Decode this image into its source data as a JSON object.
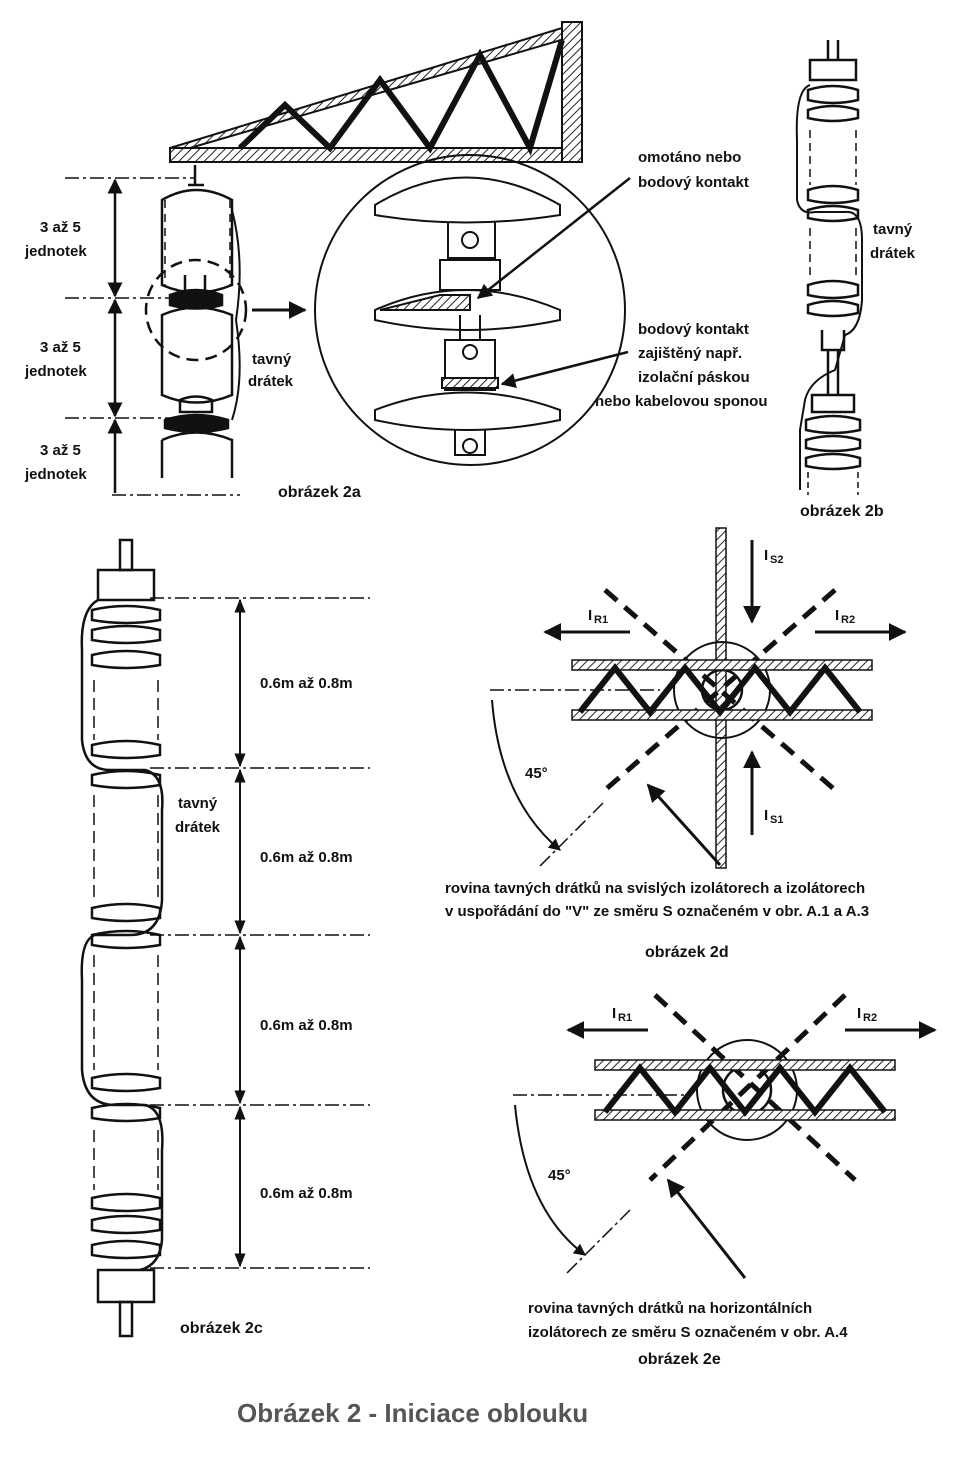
{
  "fig2a": {
    "units_1": [
      "3 až 5",
      "jednotek"
    ],
    "units_2": [
      "3 až 5",
      "jednotek"
    ],
    "units_3": [
      "3 až 5",
      "jednotek"
    ],
    "fuse_wire": [
      "tavný",
      "drátek"
    ],
    "wrapped": [
      "omotáno nebo",
      "bodový kontakt"
    ],
    "point_contact": [
      "bodový kontakt",
      "zajištěný např.",
      "izolační páskou",
      "nebo kabelovou sponou"
    ],
    "caption": "obrázek 2a"
  },
  "fig2b": {
    "fuse_wire": [
      "tavný",
      "drátek"
    ],
    "caption": "obrázek 2b"
  },
  "fig2c": {
    "spacings": [
      "0.6m až 0.8m",
      "0.6m až 0.8m",
      "0.6m až 0.8m",
      "0.6m až 0.8m"
    ],
    "fuse_wire": [
      "tavný",
      "drátek"
    ],
    "caption": "obrázek 2c"
  },
  "fig2d": {
    "currents": {
      "r1": [
        "I",
        "R1"
      ],
      "r2": [
        "I",
        "R2"
      ],
      "s1": [
        "I",
        "S1"
      ],
      "s2": [
        "I",
        "S2"
      ]
    },
    "angle": "45°",
    "note": [
      "rovina tavných drátků na svislých izolátorech a izolátorech",
      "v uspořádání do \"V\" ze směru S označeném v obr. A.1 a A.3"
    ],
    "caption": "obrázek 2d"
  },
  "fig2e": {
    "currents": {
      "r1": [
        "I",
        "R1"
      ],
      "r2": [
        "I",
        "R2"
      ]
    },
    "angle": "45°",
    "note": [
      "rovina tavných drátků na horizontálních",
      "izolátorech ze směru S označeném v obr. A.4"
    ],
    "caption": "obrázek 2e"
  },
  "title": "Obrázek 2 - Iniciace oblouku"
}
